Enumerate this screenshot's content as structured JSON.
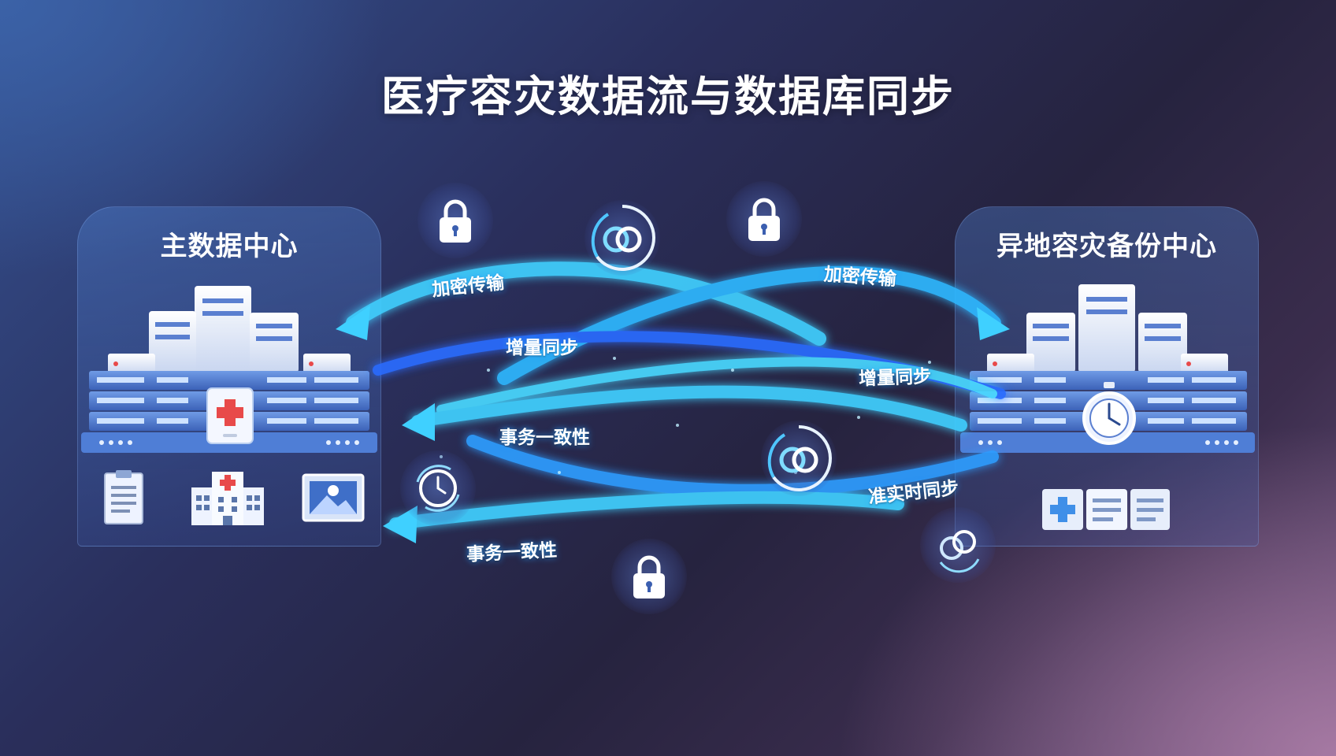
{
  "title": "医疗容灾数据流与数据库同步",
  "primary_center": {
    "label": "主数据中心",
    "icons": [
      "server-rack-icon",
      "medical-tablet-icon",
      "medical-document-icon",
      "hospital-building-icon",
      "medical-image-icon"
    ]
  },
  "backup_center": {
    "label": "异地容灾备份中心",
    "icons": [
      "server-rack-icon",
      "stopwatch-icon",
      "medical-cards-icon"
    ]
  },
  "flows": [
    {
      "id": "encrypt-top-left",
      "label": "加密传输"
    },
    {
      "id": "encrypt-top-right",
      "label": "加密传输"
    },
    {
      "id": "incremental-left",
      "label": "增量同步"
    },
    {
      "id": "incremental-right",
      "label": "增量同步"
    },
    {
      "id": "transaction-middle",
      "label": "事务一致性"
    },
    {
      "id": "transaction-bottom",
      "label": "事务一致性"
    },
    {
      "id": "partial-right",
      "label": "准实时同步"
    }
  ],
  "badges": [
    "lock-icon",
    "sync-rings-icon",
    "lock-icon",
    "clock-refresh-icon",
    "sync-rings-icon",
    "lock-icon",
    "sync-rings-icon"
  ],
  "colors": {
    "flow_main": "#3fd0ff",
    "flow_deep": "#2a6cff",
    "accent_red": "#e84a4a",
    "panel_glow": "#7fb6ff"
  }
}
